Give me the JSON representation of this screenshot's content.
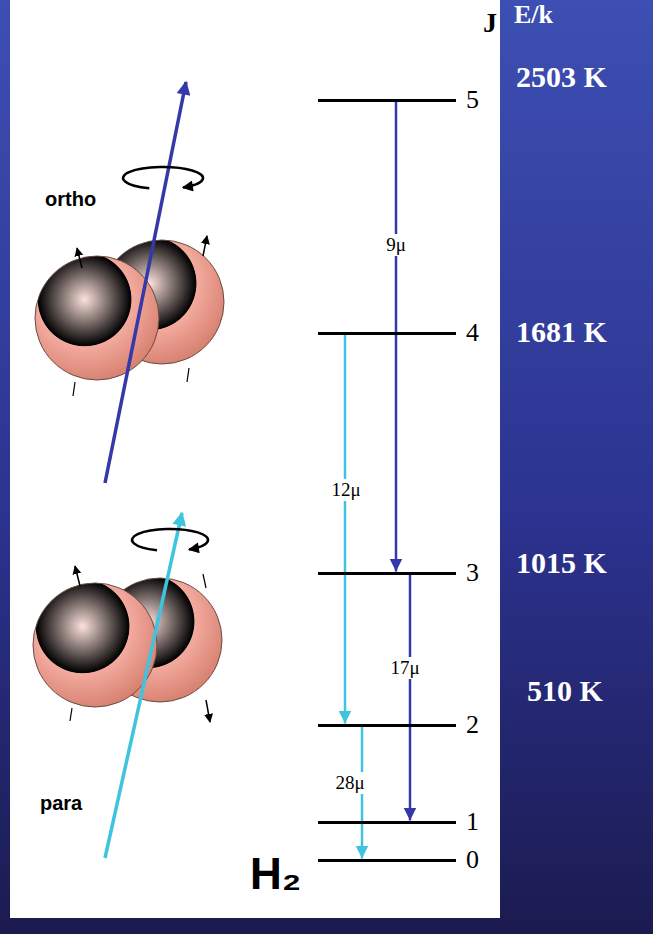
{
  "diagram": {
    "nodes": [
      {
        "text": [
          "5",
          "2503 K"
        ]
      },
      {
        "text": [
          "4",
          "1681 K"
        ]
      },
      {
        "text": [
          "3",
          "1015 K"
        ]
      },
      {
        "text": [
          "2",
          "510 K"
        ]
      },
      {
        "text": [
          "1"
        ]
      },
      {
        "text": [
          "0"
        ]
      }
    ],
    "edges": [
      {
        "from": 0,
        "to": 2,
        "arrow": "to",
        "label": "9μ"
      },
      {
        "from": 1,
        "to": 3,
        "arrow": "to",
        "label": "12μ"
      },
      {
        "from": 2,
        "to": 4,
        "arrow": "to",
        "label": "17μ"
      },
      {
        "from": 3,
        "to": 5,
        "arrow": "to",
        "label": "28μ"
      }
    ],
    "labels": [
      "E/k",
      "J",
      "ortho",
      "para",
      "H₂"
    ]
  }
}
